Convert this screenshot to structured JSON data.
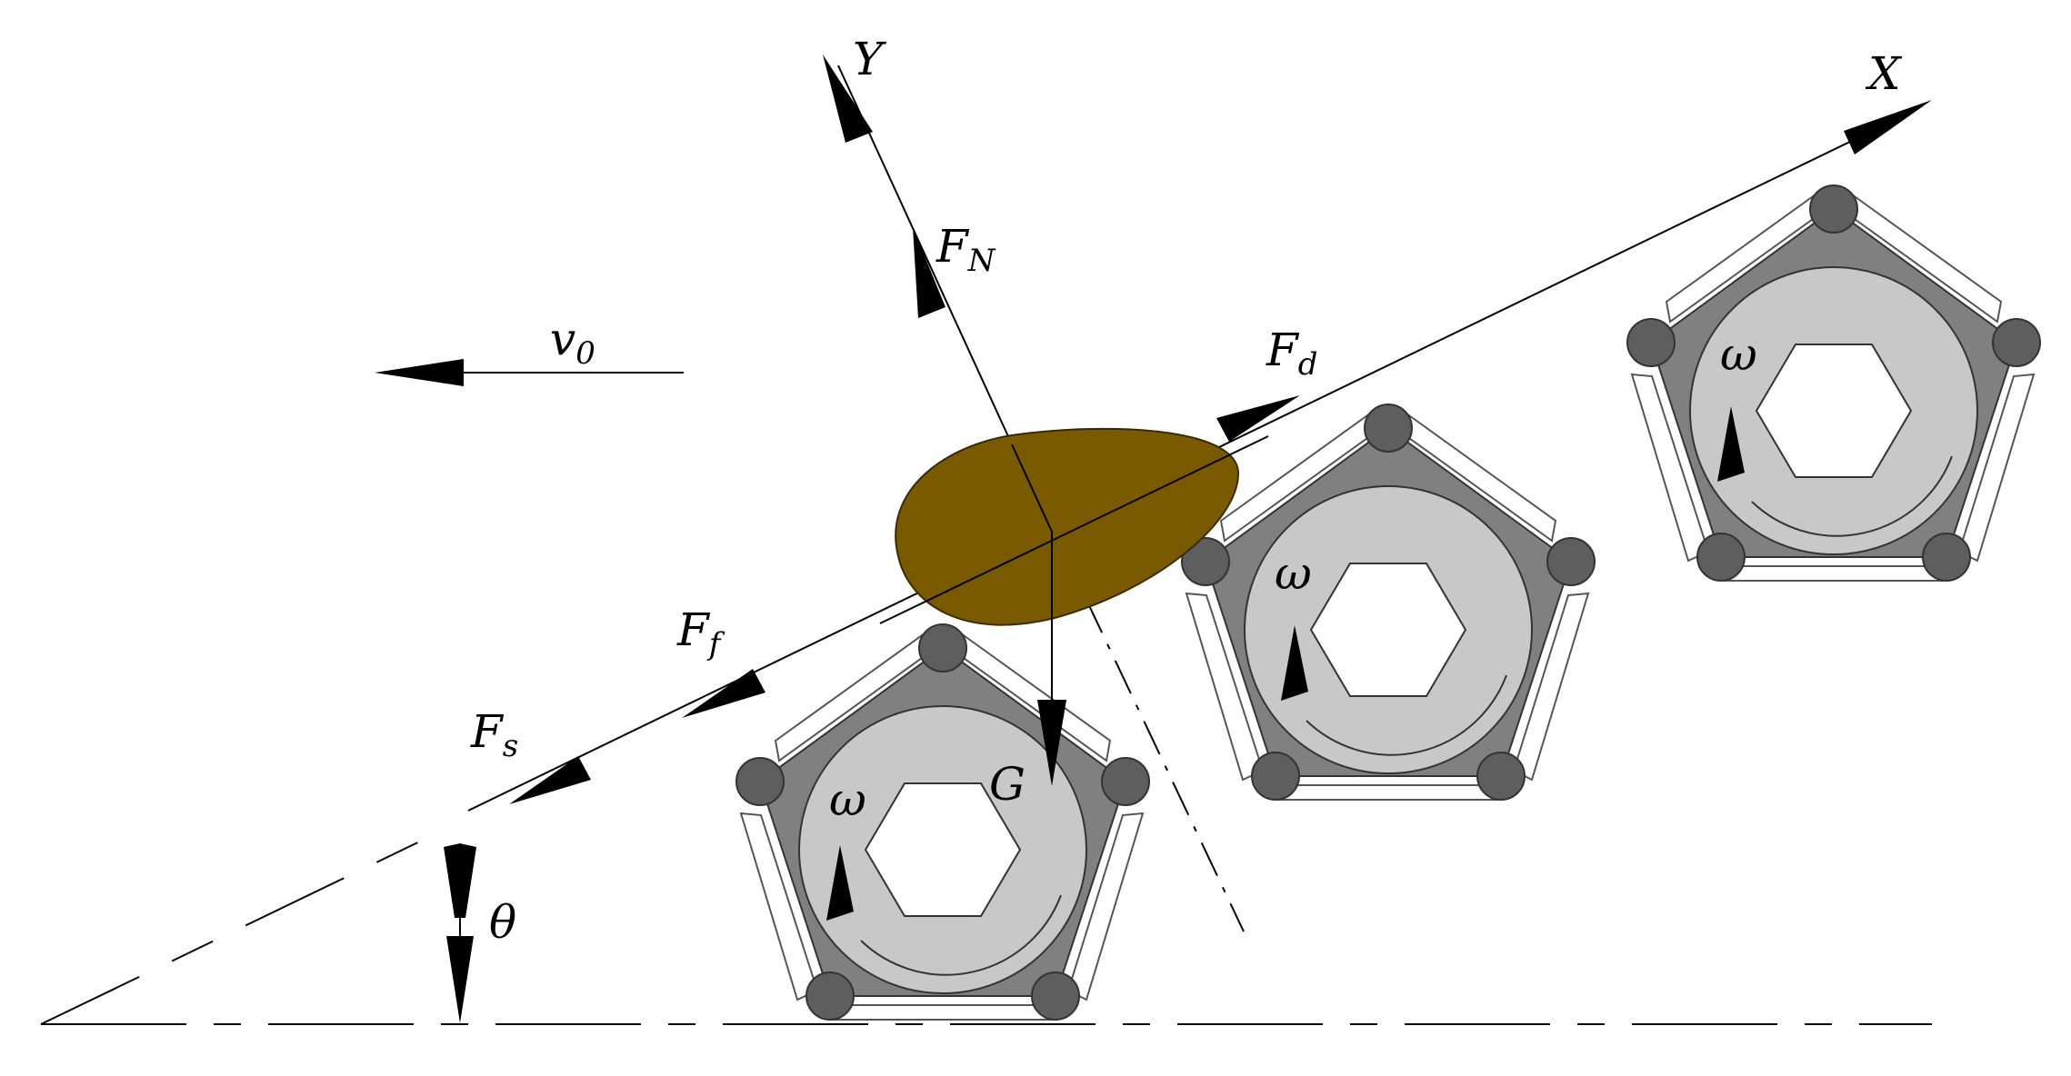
{
  "diagram": {
    "axes": {
      "x_label": "X",
      "y_label": "Y"
    },
    "forces": [
      {
        "id": "normal",
        "symbol": "F",
        "subscript": "N"
      },
      {
        "id": "drag",
        "symbol": "F",
        "subscript": "d"
      },
      {
        "id": "friction",
        "symbol": "F",
        "subscript": "f"
      },
      {
        "id": "s",
        "symbol": "F",
        "subscript": "s"
      },
      {
        "id": "gravity",
        "symbol": "G",
        "subscript": ""
      }
    ],
    "velocity": {
      "symbol": "v",
      "subscript": "0"
    },
    "angle_symbol": "θ",
    "rollers": [
      {
        "id": "roller-1",
        "omega": "ω"
      },
      {
        "id": "roller-2",
        "omega": "ω"
      },
      {
        "id": "roller-3",
        "omega": "ω"
      }
    ],
    "colors": {
      "particle": "#7a5a00",
      "roller_body": "#808080",
      "roller_disc": "#c8c8c8",
      "roller_knob": "#5e5e5e",
      "line": "#000000"
    }
  }
}
